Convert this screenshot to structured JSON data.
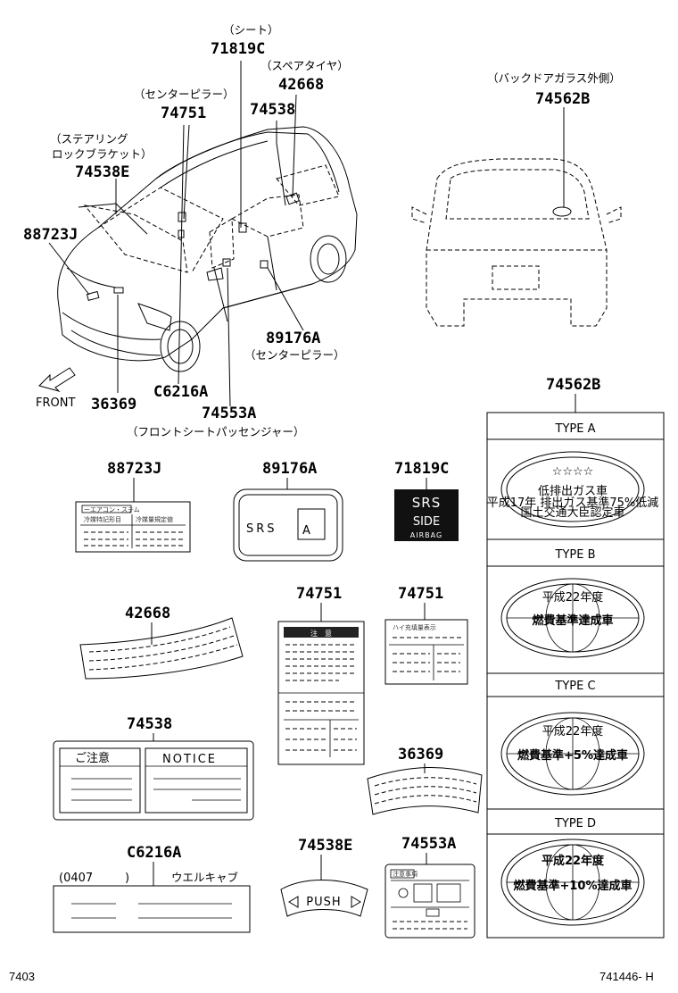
{
  "callouts": {
    "seat_note": "（シート）",
    "p71819c": "71819C",
    "spare_note": "（スペアタイヤ）",
    "p42668": "42668",
    "center_pillar_note_1": "（センターピラー）",
    "p74751": "74751",
    "p74538": "74538",
    "steering_note_1": "（ステアリング",
    "steering_note_2": "ロックブラケット）",
    "p74538e": "74538E",
    "p88723j": "88723J",
    "p89176a": "89176A",
    "center_pillar_note_2": "（センターピラー）",
    "front": "FRONT",
    "p36369": "36369",
    "pc6216a": "C6216A",
    "p74553a": "74553A",
    "passenger_note": "（フロントシートパッセンジャー）",
    "backdoor_note": "（バックドアガラス外側）",
    "p74562b": "74562B"
  },
  "parts": {
    "p88723j": "88723J",
    "p89176a": "89176A",
    "p71819c": "71819C",
    "p42668": "42668",
    "p74751_a": "74751",
    "p74751_b": "74751",
    "p74538": "74538",
    "p36369": "36369",
    "pc6216a": "C6216A",
    "p74538e": "74538E",
    "p74553a": "74553A",
    "p74562b": "74562B"
  },
  "labels": {
    "srs_a_text": "SRS",
    "srs_a_letter": "A",
    "srs_side_1": "SRS",
    "srs_side_2": "SIDE",
    "srs_side_3": "AIRBAG",
    "caution_jp": "ご注意",
    "notice_en": "NOTICE",
    "c6216a_code": "(0407",
    "c6216a_paren": ")",
    "c6216a_name": "ウエルキャブ",
    "push": "PUSH",
    "label_88723j_header": "ーエアコン・ステム",
    "label_88723j_col1": "冷媒特記形目",
    "label_88723j_col2": "冷媒量規定値",
    "label_74751_caution": "注　意",
    "label_74751_b_header": "ハイ充填量表示",
    "label_74553a_title": "注意事項"
  },
  "types": {
    "a_label": "TYPE A",
    "a_stars": "☆☆☆☆",
    "a_main": "低排出ガス車",
    "a_line1": "平成17年 排出ガス基準75%低減",
    "a_line2": "国土交通大臣認定車",
    "b_label": "TYPE B",
    "b_year": "平成22年度",
    "b_main": "燃費基準達成車",
    "c_label": "TYPE C",
    "c_year": "平成22年度",
    "c_main": "燃費基準+5%達成車",
    "d_label": "TYPE D",
    "d_year": "平成22年度",
    "d_main": "燃費基準+10%達成車"
  },
  "footer": {
    "left": "7403",
    "right": "741446- H"
  }
}
